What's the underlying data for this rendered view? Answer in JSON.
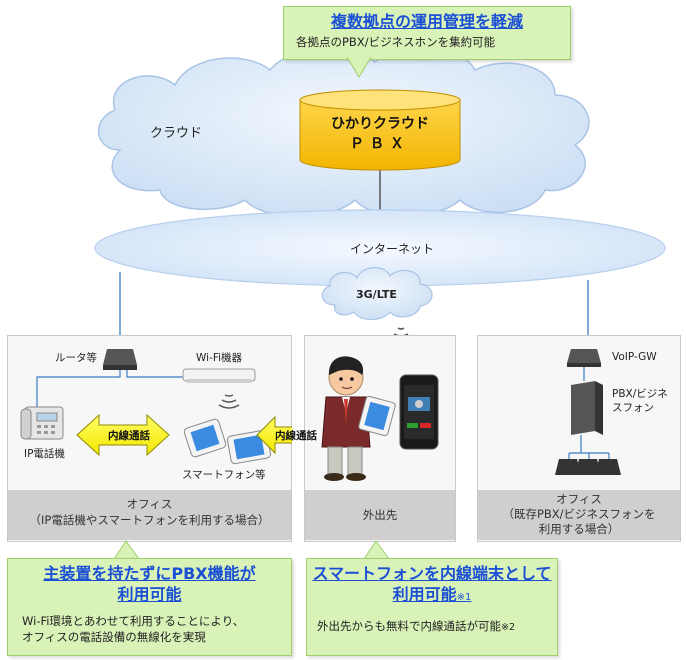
{
  "top_callout": {
    "title": "複数拠点の運用管理を軽減",
    "body": "各拠点のPBX/ビジネスホンを集約可能"
  },
  "cloud": {
    "label": "クラウド",
    "pbx_line1": "ひかりクラウド",
    "pbx_line2": "ＰＢＸ"
  },
  "internet": {
    "label": "インターネット"
  },
  "mobile_cloud": {
    "label": "3G/LTE"
  },
  "office1": {
    "router_label": "ルータ等",
    "wifi_label": "Wi-Fi機器",
    "ip_phone_label": "IP電話機",
    "smartphone_label": "スマートフォン等",
    "arrow_label": "内線通話",
    "footer_line1": "オフィス",
    "footer_line2": "（IP電話機やスマートフォンを利用する場合）"
  },
  "outside": {
    "arrow_label": "内線通話",
    "footer": "外出先"
  },
  "office2": {
    "voip_label": "VoIP-GW",
    "pbx_label_line1": "PBX/ビジネ",
    "pbx_label_line2": "スフォン",
    "footer_line1": "オフィス",
    "footer_line2": "（既存PBX/ビジネスフォンを",
    "footer_line3": "利用する場合）"
  },
  "bottom_left_callout": {
    "title_line1": "主装置を持たずにPBX機能が",
    "title_line2": "利用可能",
    "body_line1": "Wi-Fi環境とあわせて利用することにより、",
    "body_line2": "オフィスの電話設備の無線化を実現"
  },
  "bottom_right_callout": {
    "title_line1": "スマートフォンを内線端末として",
    "title_line2": "利用可能",
    "title_note": "※1",
    "body": "外出先からも無料で内線通話が可能",
    "body_note": "※2"
  },
  "colors": {
    "callout_bg": "#d9f2b8",
    "title_blue": "#1a4fd6",
    "pbx_gold": "#ffc000",
    "cloud_blue": "#dbe9f8",
    "arrow_yellow": "#ffff00"
  }
}
